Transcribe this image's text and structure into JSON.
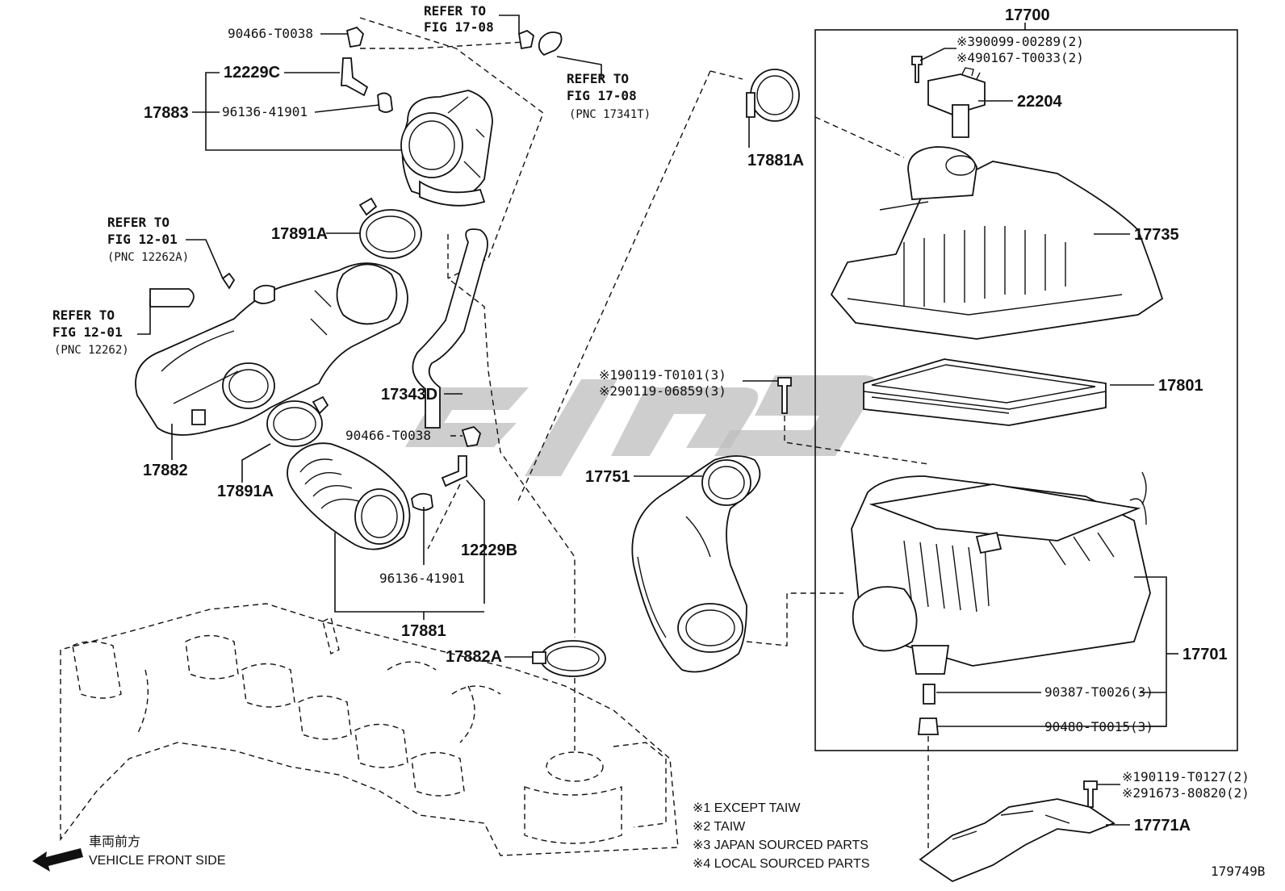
{
  "labels": {
    "p17700": "17700",
    "p90466_top": "90466-T0038",
    "p12229c": "12229C",
    "p17883": "17883",
    "p96136_top": "96136-41901",
    "p17891a_top": "17891A",
    "p17882": "17882",
    "p17891a_bot": "17891A",
    "p17343d": "17343D",
    "p90466_mid": "90466-T0038",
    "p12229b": "12229B",
    "p96136_bot": "96136-41901",
    "p17881": "17881",
    "p17882a": "17882A",
    "p17881a": "17881A",
    "p22204": "22204",
    "p17735": "17735",
    "p17801": "17801",
    "p17751": "17751",
    "p17701": "17701",
    "p90387": "90387-T0026(3)",
    "p90480": "90480-T0015(3)",
    "p17771a": "17771A",
    "s390099": "※390099-00289(2)",
    "s490167": "※490167-T0033(2)",
    "s190119_mid": "※190119-T0101(3)",
    "s290119": "※290119-06859(3)",
    "s190119_bot": "※190119-T0127(2)",
    "s291673": "※291673-80820(2)",
    "diagram_id": "179749B"
  },
  "refs": {
    "ref_1708_a": {
      "l1": "REFER TO",
      "l2": "FIG 17-08"
    },
    "ref_1708_b": {
      "l1": "REFER TO",
      "l2": "FIG 17-08",
      "l3": "(PNC 17341T)"
    },
    "ref_1201_a": {
      "l1": "REFER TO",
      "l2": "FIG 12-01",
      "l3": "(PNC 12262A)"
    },
    "ref_1201_b": {
      "l1": "REFER TO",
      "l2": "FIG 12-01",
      "l3": "(PNC 12262)"
    }
  },
  "notes": [
    "※1 EXCEPT TAIW",
    "※2 TAIW",
    "※3 JAPAN SOURCED PARTS",
    "※4 LOCAL SOURCED PARTS"
  ],
  "direction": {
    "jp": "車両前方",
    "en": "VEHICLE FRONT SIDE",
    "icon": "arrow-left-icon"
  },
  "colors": {
    "line": "#111111",
    "watermark": "#bdbdbd",
    "background": "#ffffff"
  }
}
